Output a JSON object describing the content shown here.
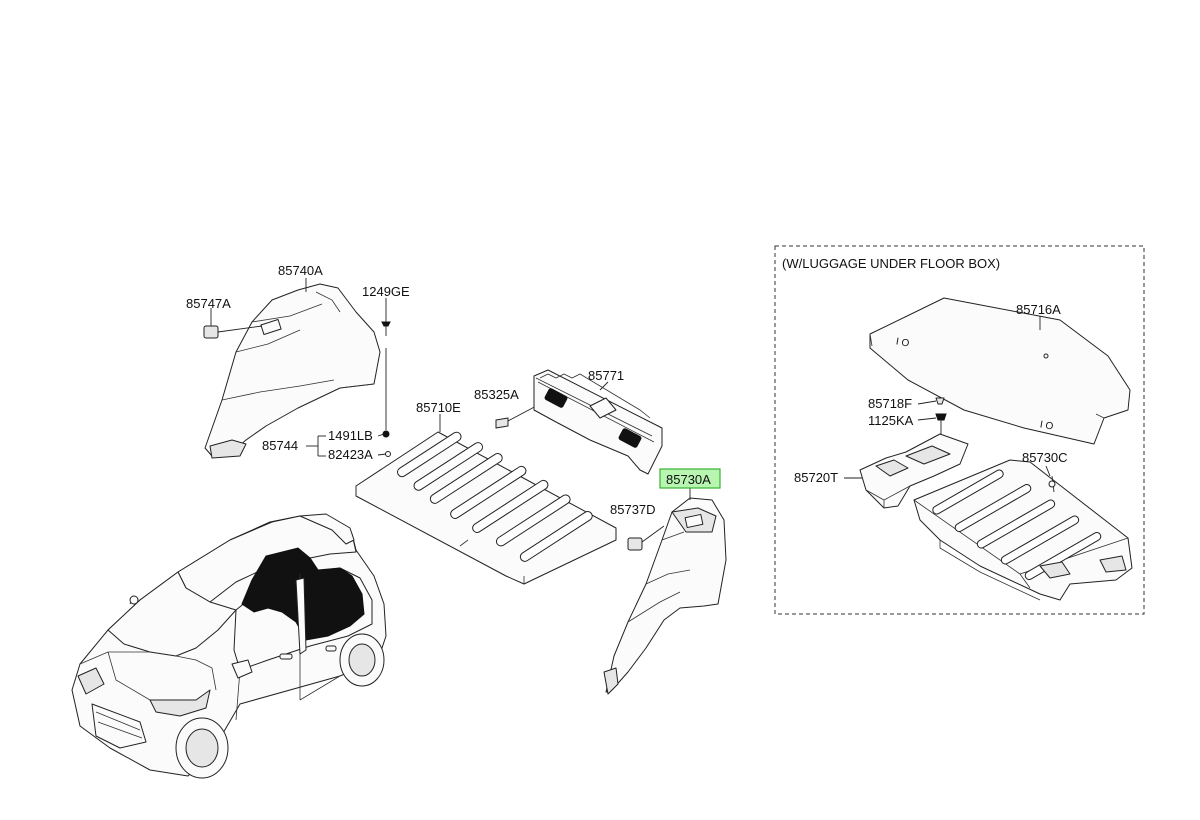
{
  "diagram": {
    "inset_title": "(W/LUGGAGE UNDER FLOOR BOX)",
    "highlighted_part": "85730A",
    "labels": {
      "p85740A": "85740A",
      "p85747A": "85747A",
      "p1249GE": "1249GE",
      "p85744": "85744",
      "p1491LB": "1491LB",
      "p82423A": "82423A",
      "p85710E": "85710E",
      "p85325A": "85325A",
      "p85771": "85771",
      "p85730A": "85730A",
      "p85737D": "85737D",
      "p85716A": "85716A",
      "p85718F": "85718F",
      "p1125KA": "1125KA",
      "p85720T": "85720T",
      "p85730C": "85730C"
    },
    "colors": {
      "highlight_fill": "#b7f5b0",
      "highlight_border": "#38b233",
      "line": "#222222"
    }
  }
}
